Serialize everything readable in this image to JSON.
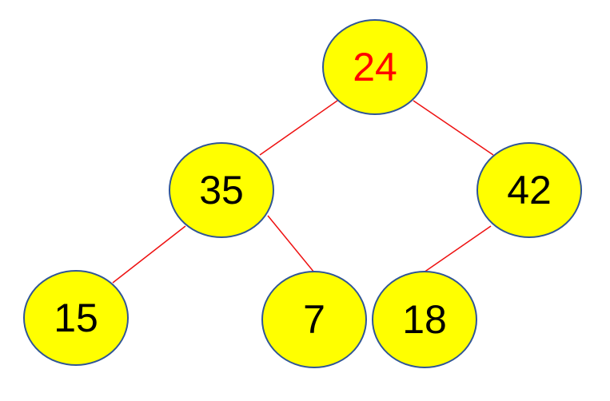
{
  "colors": {
    "node_fill": "#ffff00",
    "node_stroke": "#2f5597",
    "edge": "#ee1111",
    "text_default": "#000000",
    "text_highlight": "#ff0000"
  },
  "tree": {
    "nodes": [
      {
        "id": "n24",
        "label": "24",
        "highlight": true
      },
      {
        "id": "n35",
        "label": "35",
        "highlight": false
      },
      {
        "id": "n42",
        "label": "42",
        "highlight": false
      },
      {
        "id": "n15",
        "label": "15",
        "highlight": false
      },
      {
        "id": "n7",
        "label": "7",
        "highlight": false
      },
      {
        "id": "n18",
        "label": "18",
        "highlight": false
      }
    ],
    "edges": [
      {
        "from": "n24",
        "to": "n35"
      },
      {
        "from": "n24",
        "to": "n42"
      },
      {
        "from": "n35",
        "to": "n15"
      },
      {
        "from": "n35",
        "to": "n7"
      },
      {
        "from": "n42",
        "to": "n18"
      }
    ]
  }
}
